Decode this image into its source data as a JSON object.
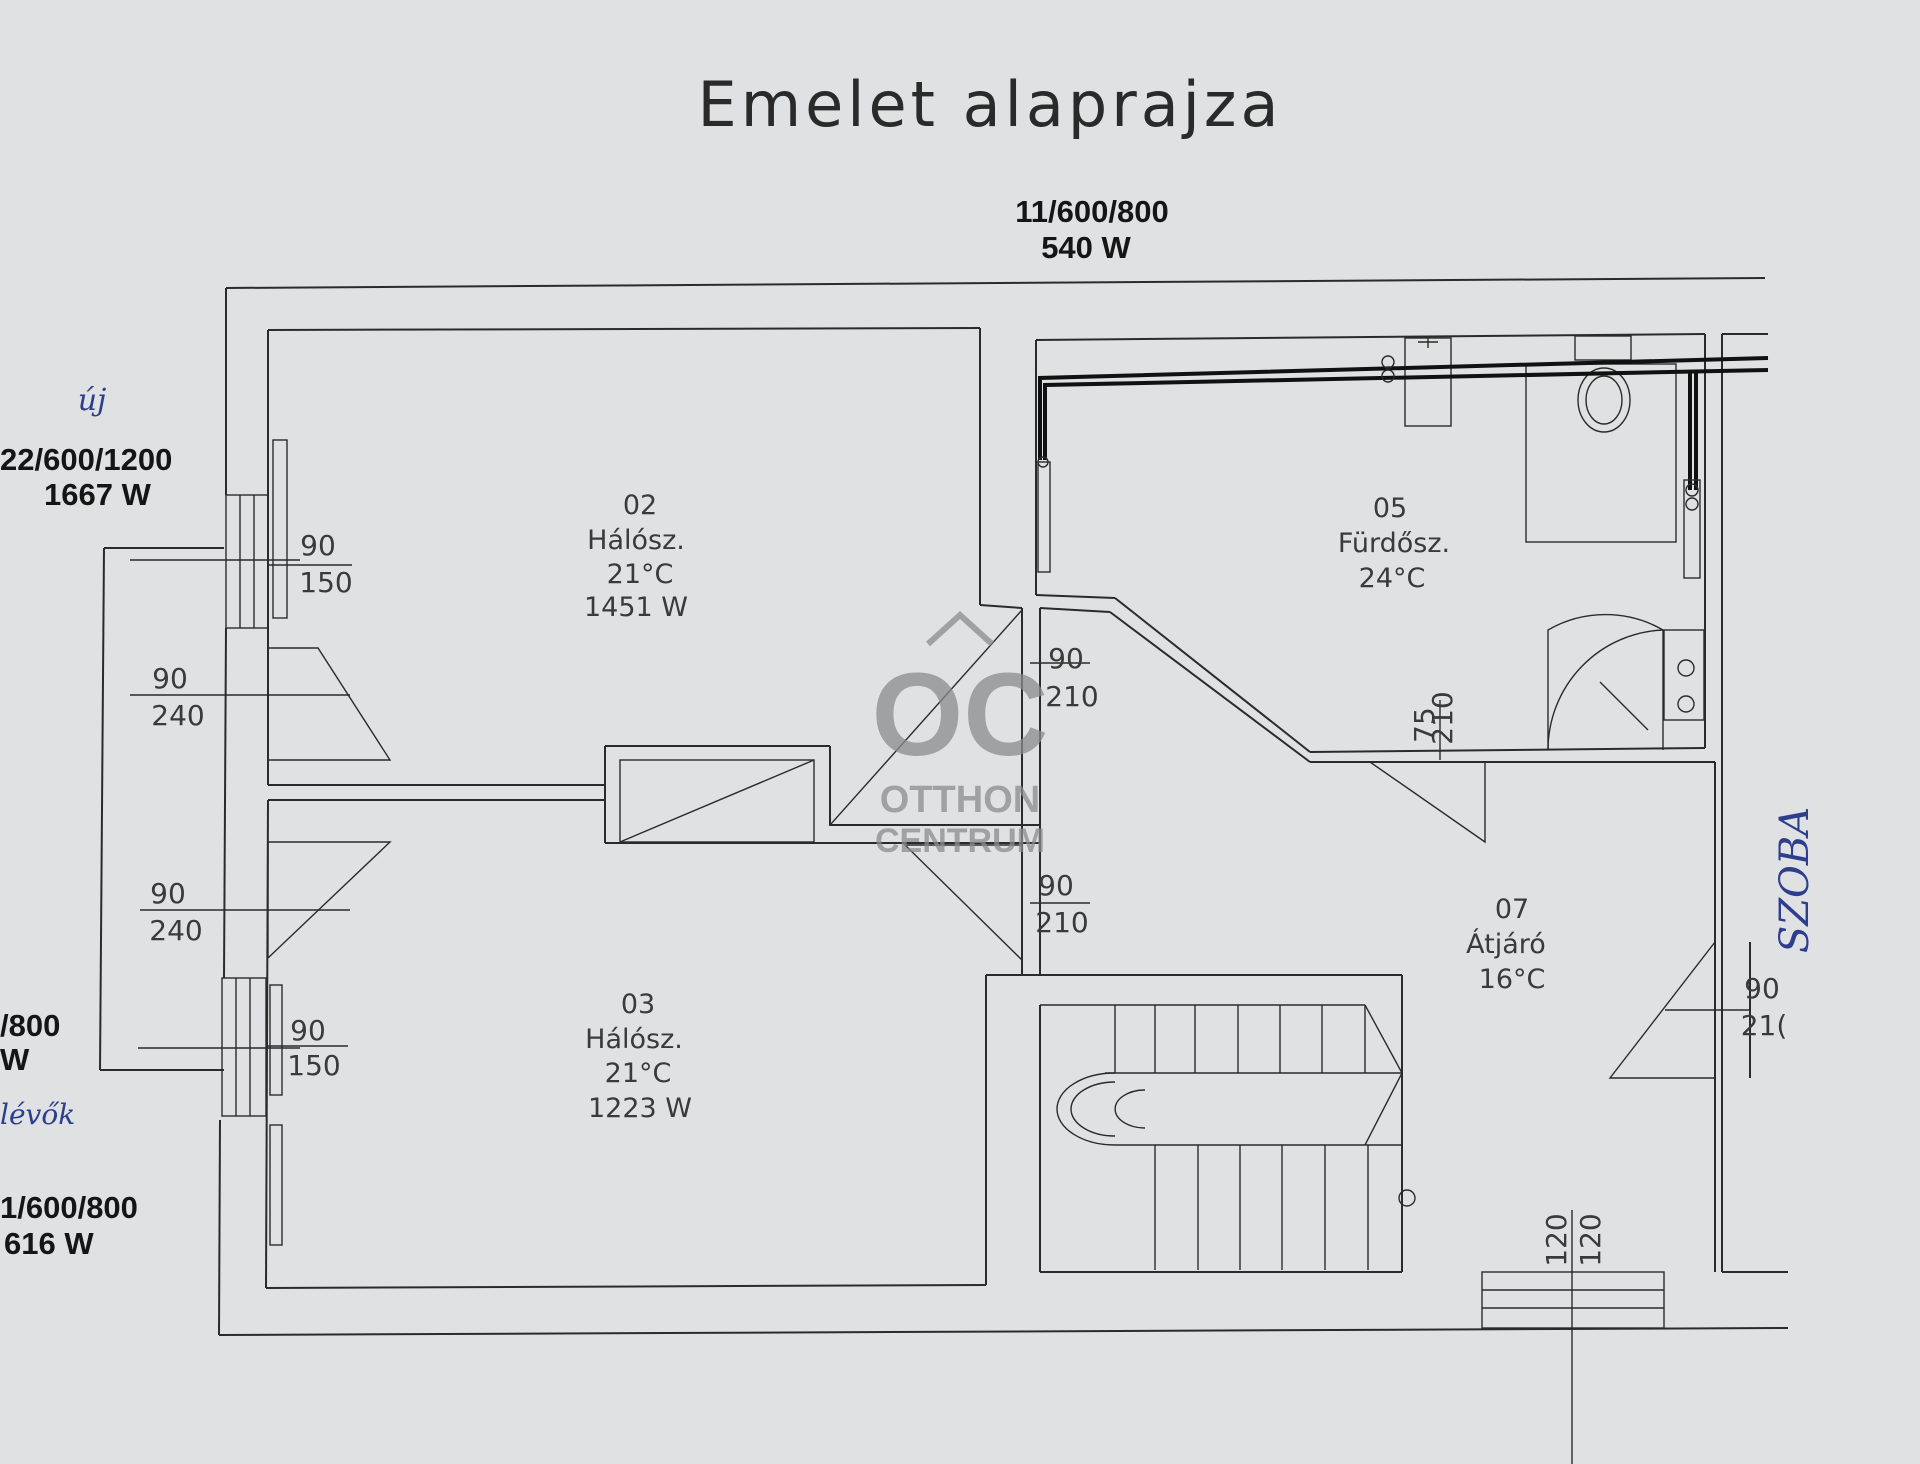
{
  "title": "Emelet alaprajza",
  "radiators": {
    "top": {
      "spec": "11/600/800",
      "power": "540 W"
    },
    "left_top": {
      "note": "új",
      "spec": "22/600/1200",
      "power": "1667 W"
    },
    "left_mid": {
      "spec": "/800",
      "power": "W",
      "note": "lévők"
    },
    "left_bottom": {
      "spec": "1/600/800",
      "power": "616 W"
    }
  },
  "rooms": {
    "r02": {
      "number": "02",
      "name": "Hálósz.",
      "temp": "21°C",
      "power": "1451  W"
    },
    "r03": {
      "number": "03",
      "name": "Hálósz.",
      "temp": "21°C",
      "power": "1223  W"
    },
    "r05": {
      "number": "05",
      "name": "Fürdősz.",
      "temp": "24°C"
    },
    "r07": {
      "number": "07",
      "name": "Átjáró",
      "temp": "16°C"
    }
  },
  "openings": {
    "w02": {
      "w": "90",
      "h": "150"
    },
    "d02": {
      "w": "90",
      "h": "240"
    },
    "d03": {
      "w": "90",
      "h": "240"
    },
    "w03": {
      "w": "90",
      "h": "150"
    },
    "d_r02": {
      "w": "90",
      "h": "210"
    },
    "d_r03": {
      "w": "90",
      "h": "210"
    },
    "d_r05": {
      "w": "75",
      "h": "210"
    },
    "d_right": {
      "w": "90",
      "h": "21("
    },
    "bottom": {
      "w": "120",
      "h": "120"
    }
  },
  "side_label": "SZOBA",
  "watermark": {
    "logo": "OC",
    "line1": "OTTHON",
    "line2": "CENTRUM"
  }
}
